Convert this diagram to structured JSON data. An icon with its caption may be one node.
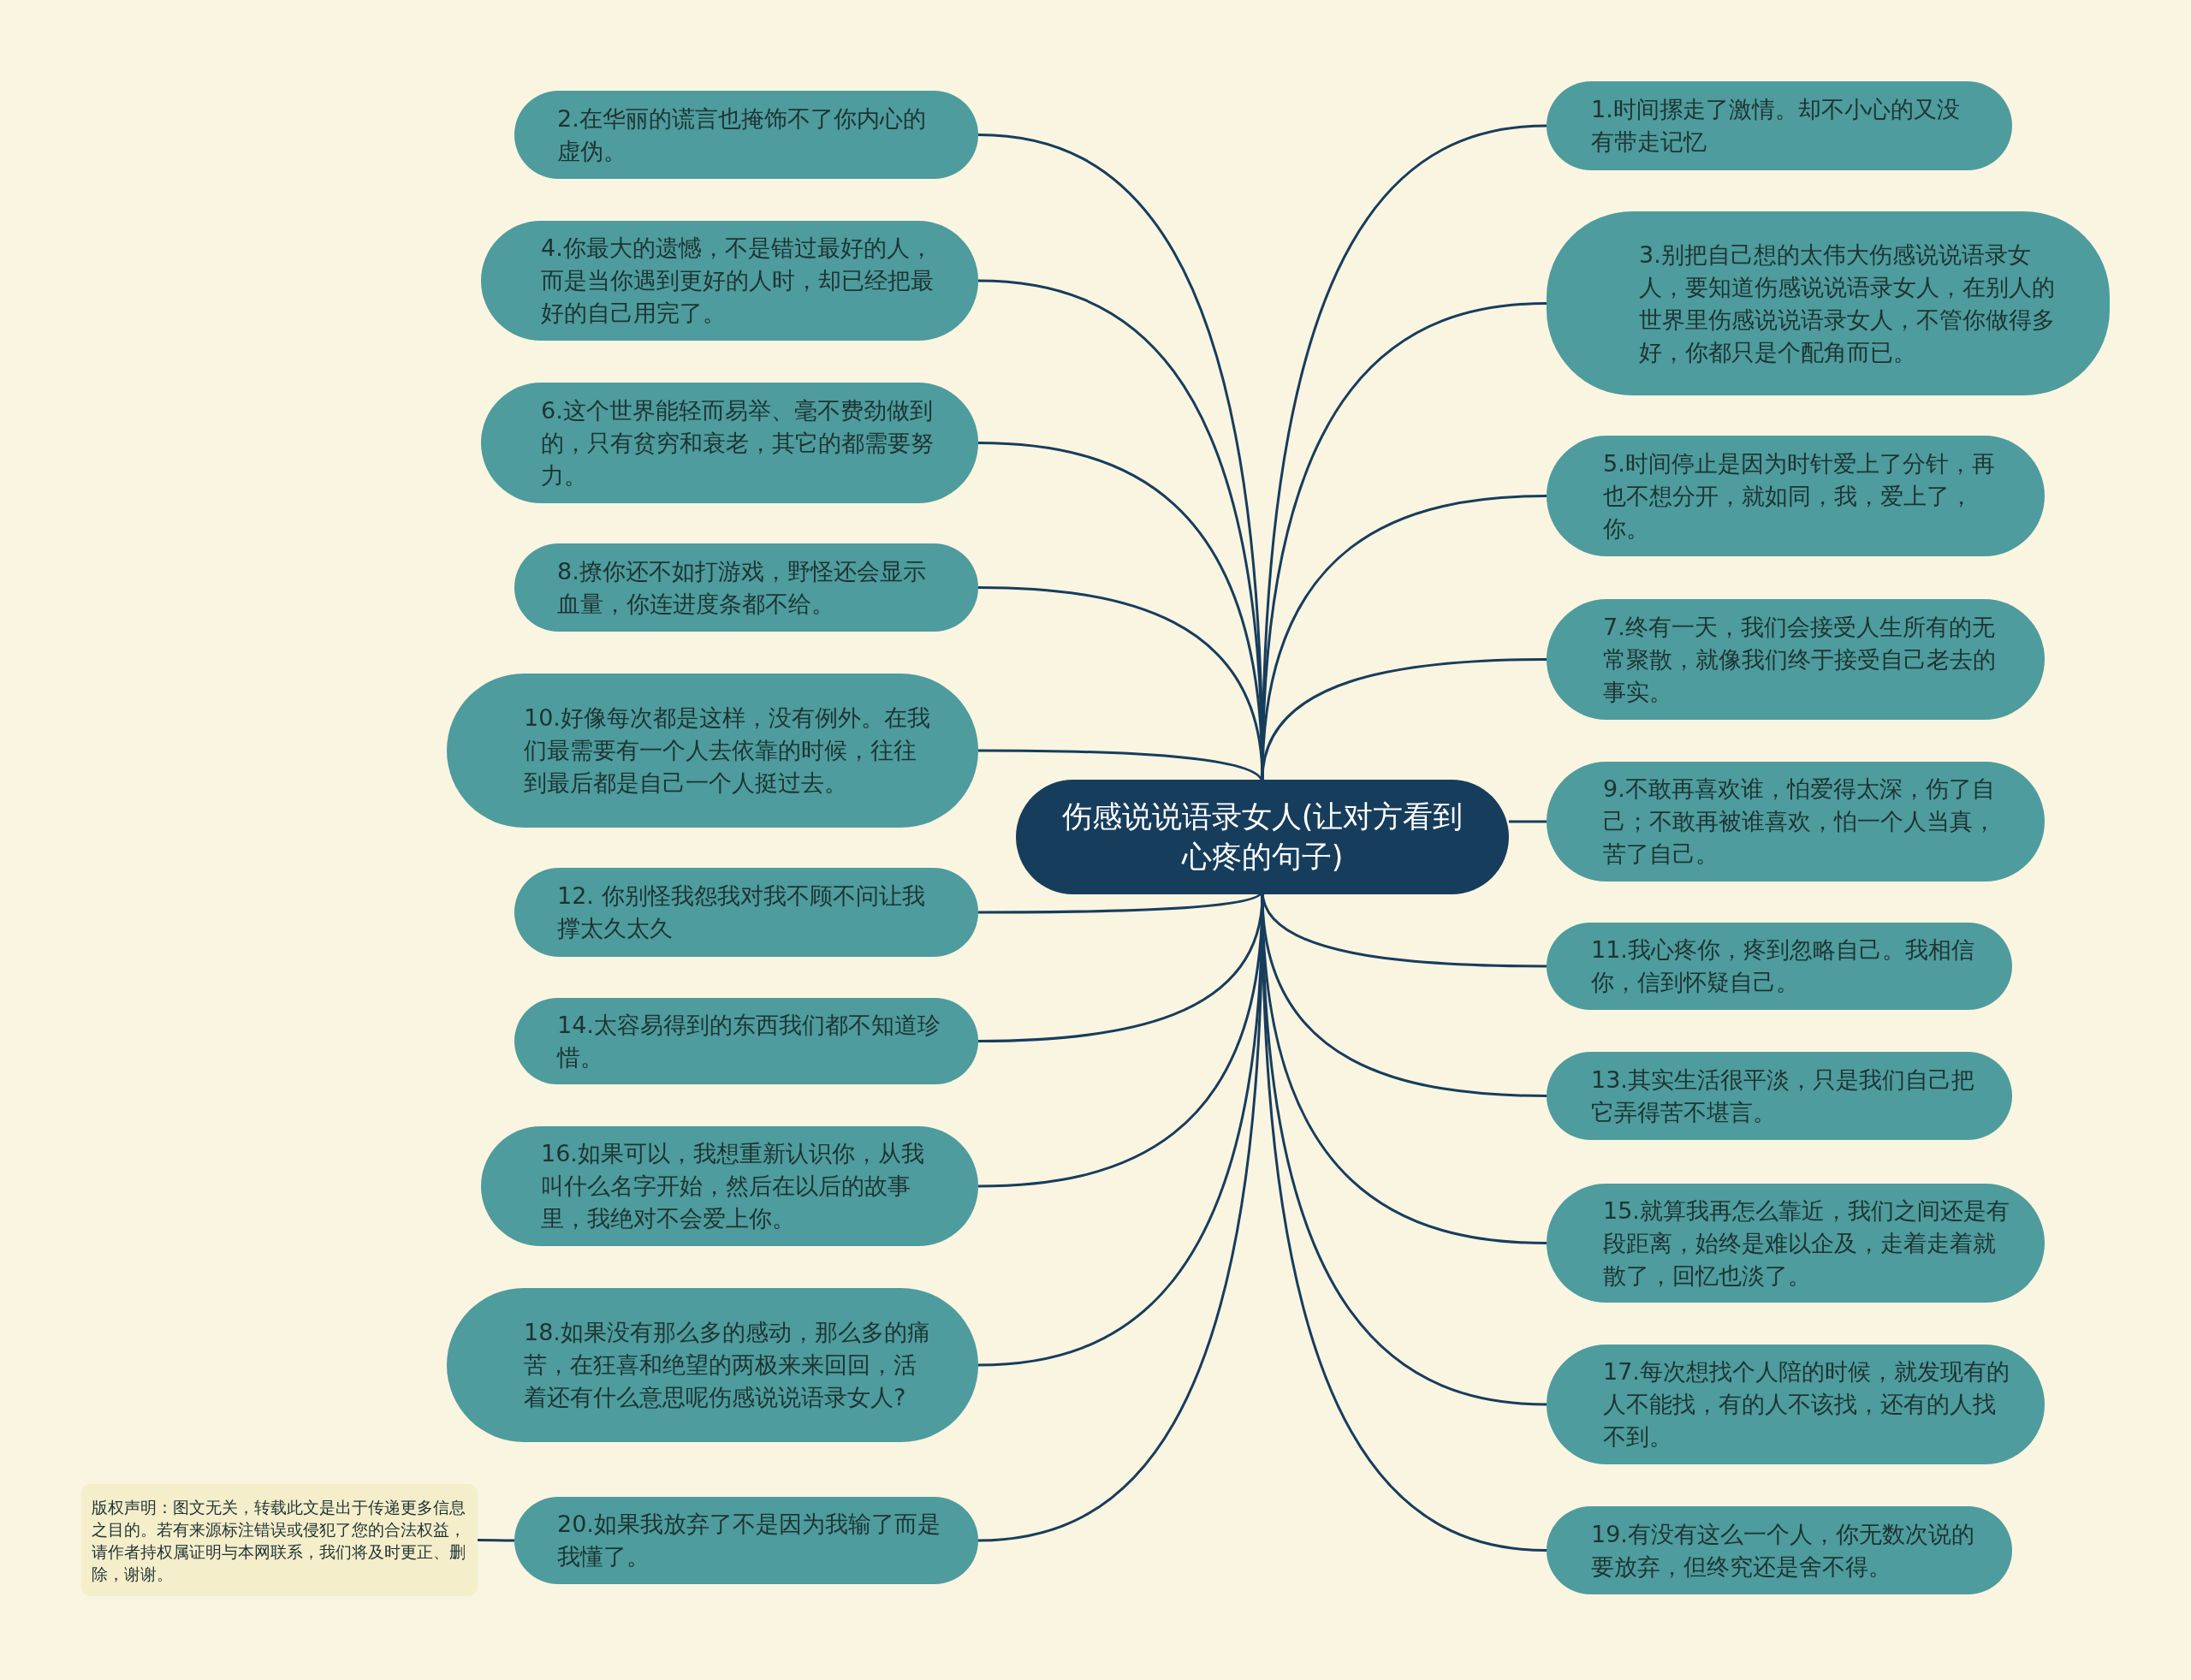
{
  "diagram": {
    "nodes": [
      {
        "text": [
          "伤感说说语录女人(让对方看到心疼的句子)"
        ]
      },
      {
        "text": [
          "1.时间摞走了激情。却不小心的又没有带走记忆"
        ]
      },
      {
        "text": [
          "2.在华丽的谎言也掩饰不了你内心的虚伪。"
        ]
      },
      {
        "text": [
          "3.别把自己想的太伟大伤感说说语录女人，要知道伤感说说语录女人，在别人的世界里伤感说说语录女人，不管你做得多好，你都只是个配角而已。"
        ]
      },
      {
        "text": [
          "4.你最大的遗憾，不是错过最好的人，而是当你遇到更好的人时，却已经把最好的自己用完了。"
        ]
      },
      {
        "text": [
          "5.时间停止是因为时针爱上了分针，再也不想分开，就如同，我，爱上了，你。"
        ]
      },
      {
        "text": [
          "6.这个世界能轻而易举、毫不费劲做到的，只有贫穷和衰老，其它的都需要努力。"
        ]
      },
      {
        "text": [
          "7.终有一天，我们会接受人生所有的无常聚散，就像我们终于接受自己老去的事实。"
        ]
      },
      {
        "text": [
          "8.撩你还不如打游戏，野怪还会显示血量，你连进度条都不给。"
        ]
      },
      {
        "text": [
          "9.不敢再喜欢谁，怕爱得太深，伤了自己；不敢再被谁喜欢，怕一个人当真，苦了自己。"
        ]
      },
      {
        "text": [
          "10.好像每次都是这样，没有例外。在我们最需要有一个人去依靠的时候，往往到最后都是自己一个人挺过去。"
        ]
      },
      {
        "text": [
          "11.我心疼你，疼到忽略自己。我相信你，信到怀疑自己。"
        ]
      },
      {
        "text": [
          "12. 你别怪我怨我对我不顾不问让我撑太久太久"
        ]
      },
      {
        "text": [
          "13.其实生活很平淡，只是我们自己把它弄得苦不堪言。"
        ]
      },
      {
        "text": [
          "14.太容易得到的东西我们都不知道珍惜。"
        ]
      },
      {
        "text": [
          "15.就算我再怎么靠近，我们之间还是有段距离，始终是难以企及，走着走着就散了，回忆也淡了。"
        ]
      },
      {
        "text": [
          "16.如果可以，我想重新认识你，从我叫什么名字开始，然后在以后的故事里，我绝对不会爱上你。"
        ]
      },
      {
        "text": [
          "17.每次想找个人陪的时候，就发现有的人不能找，有的人不该找，还有的人找不到。"
        ]
      },
      {
        "text": [
          "18.如果没有那么多的感动，那么多的痛苦，在狂喜和绝望的两极来来回回，活着还有什么意思呢伤感说说语录女人?"
        ]
      },
      {
        "text": [
          "19.有没有这么一个人，你无数次说的要放弃，但终究还是舍不得。"
        ]
      },
      {
        "text": [
          "20.如果我放弃了不是因为我输了而是我懂了。"
        ]
      },
      {
        "text": [
          "版权声明：图文无关，转载此文是出于传递更多信息之目的。若有来源标注错误或侵犯了您的合法权益，请作者持权属证明与本网联系，我们将及时更正、删除，谢谢。"
        ]
      }
    ],
    "edges": [
      {
        "from": 0,
        "to": 1,
        "arrow": "none"
      },
      {
        "from": 0,
        "to": 2,
        "arrow": "none"
      },
      {
        "from": 0,
        "to": 3,
        "arrow": "none"
      },
      {
        "from": 0,
        "to": 4,
        "arrow": "none"
      },
      {
        "from": 0,
        "to": 5,
        "arrow": "none"
      },
      {
        "from": 0,
        "to": 6,
        "arrow": "none"
      },
      {
        "from": 0,
        "to": 7,
        "arrow": "none"
      },
      {
        "from": 0,
        "to": 8,
        "arrow": "none"
      },
      {
        "from": 0,
        "to": 9,
        "arrow": "none"
      },
      {
        "from": 0,
        "to": 10,
        "arrow": "none"
      },
      {
        "from": 0,
        "to": 11,
        "arrow": "none"
      },
      {
        "from": 0,
        "to": 12,
        "arrow": "none"
      },
      {
        "from": 0,
        "to": 13,
        "arrow": "none"
      },
      {
        "from": 0,
        "to": 14,
        "arrow": "none"
      },
      {
        "from": 0,
        "to": 15,
        "arrow": "none"
      },
      {
        "from": 0,
        "to": 16,
        "arrow": "none"
      },
      {
        "from": 0,
        "to": 17,
        "arrow": "none"
      },
      {
        "from": 0,
        "to": 18,
        "arrow": "none"
      },
      {
        "from": 0,
        "to": 19,
        "arrow": "none"
      },
      {
        "from": 0,
        "to": 20,
        "arrow": "none"
      },
      {
        "from": 21,
        "to": 20,
        "arrow": "none"
      }
    ]
  }
}
